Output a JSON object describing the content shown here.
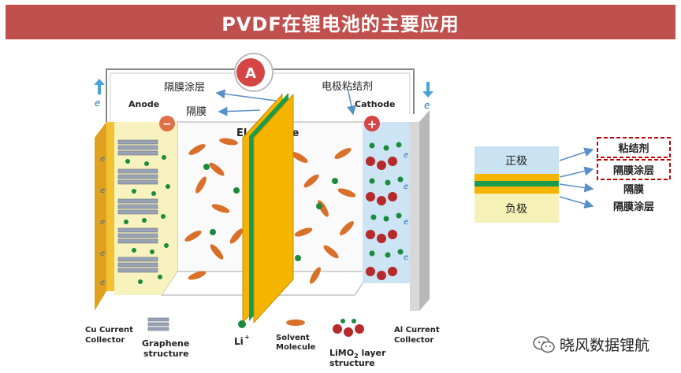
{
  "title": "PVDF在锂电池的主要应用",
  "battery": {
    "ammeter": "A",
    "electron": "e",
    "anode": "Anode",
    "cathode": "Cathode",
    "electrolyte": "Electrolyte",
    "minus": "−",
    "plus": "+",
    "ann_coating": "隔膜涂层",
    "ann_separator": "隔膜",
    "ann_binder": "电极粘结剂",
    "cu_collector_1": "Cu Current",
    "cu_collector_2": "Collector",
    "graphene_1": "Graphene",
    "graphene_2": "structure",
    "li_ion": "Li",
    "li_sup": "+",
    "solvent_1": "Solvent",
    "solvent_2": "Molecule",
    "limo2_1": "LiMO",
    "limo2_sub": "2",
    "limo2_rest": " layer",
    "limo2_2": "structure",
    "al_collector_1": "Al Current",
    "al_collector_2": "Collector"
  },
  "layers": {
    "positive": "正极",
    "negative": "负极",
    "labels": [
      "粘结剂",
      "隔膜涂层",
      "隔膜",
      "隔膜涂层"
    ]
  },
  "watermark": "晓风数据锂航",
  "colors": {
    "title_bg": "#c0504d",
    "separator_orange": "#f5b400",
    "separator_green": "#1a9a4a",
    "cathode_blue": "#c9e3f3",
    "anode_yellow": "#f6f1b7",
    "arrow_blue": "#5b8fc9",
    "highlight_red": "#c00000"
  }
}
